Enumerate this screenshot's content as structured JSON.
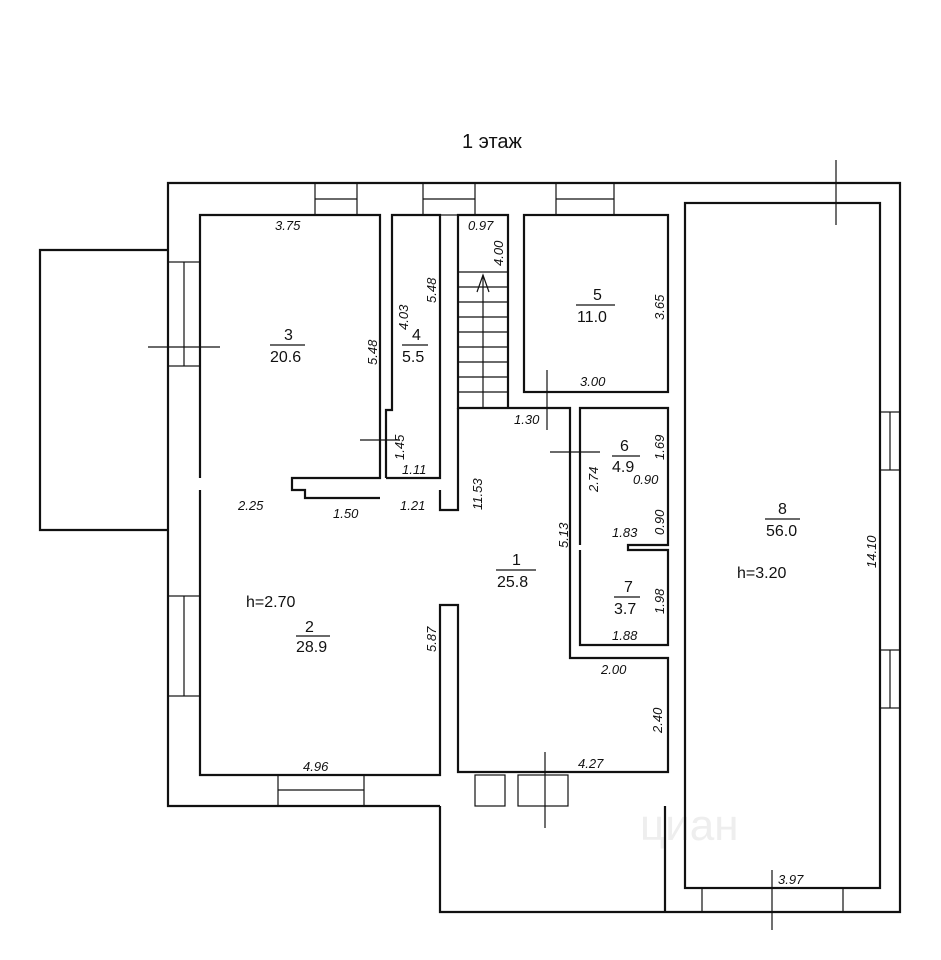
{
  "title": "1 этаж",
  "watermark": "циан",
  "rooms": [
    {
      "number": "1",
      "area": "25.8"
    },
    {
      "number": "2",
      "area": "28.9",
      "height": "h=2.70"
    },
    {
      "number": "3",
      "area": "20.6"
    },
    {
      "number": "4",
      "area": "5.5"
    },
    {
      "number": "5",
      "area": "11.0"
    },
    {
      "number": "6",
      "area": "4.9"
    },
    {
      "number": "7",
      "area": "3.7"
    },
    {
      "number": "8",
      "area": "56.0",
      "height": "h=3.20"
    }
  ],
  "dimensions": {
    "r3_top": "3.75",
    "r3_right": "5.48",
    "r3_bottom": "2.25",
    "r3_stub": "1.50",
    "r4_left": "4.03",
    "r4_right": "5.48",
    "r4_door": "1.45",
    "r4_bottom": "1.11",
    "r4_wall": "1.21",
    "stair_w": "0.97",
    "stair_l": "4.00",
    "hall_top": "1.30",
    "hall_left": "11.53",
    "hall_mid": "5.13",
    "r5_right": "3.65",
    "r5_bottom": "3.00",
    "r6_left": "2.74",
    "r6_right": "1.69",
    "r6_bottom": "0.90",
    "r67_wall": "0.90",
    "r7_top": "1.83",
    "r7_right": "1.98",
    "r7_bottom": "1.88",
    "r1_step": "2.00",
    "r1_right": "2.40",
    "r1_bottom": "4.27",
    "r2_right": "5.87",
    "r2_bottom": "4.96",
    "r8_right": "14.10",
    "r8_bottom": "3.97"
  }
}
